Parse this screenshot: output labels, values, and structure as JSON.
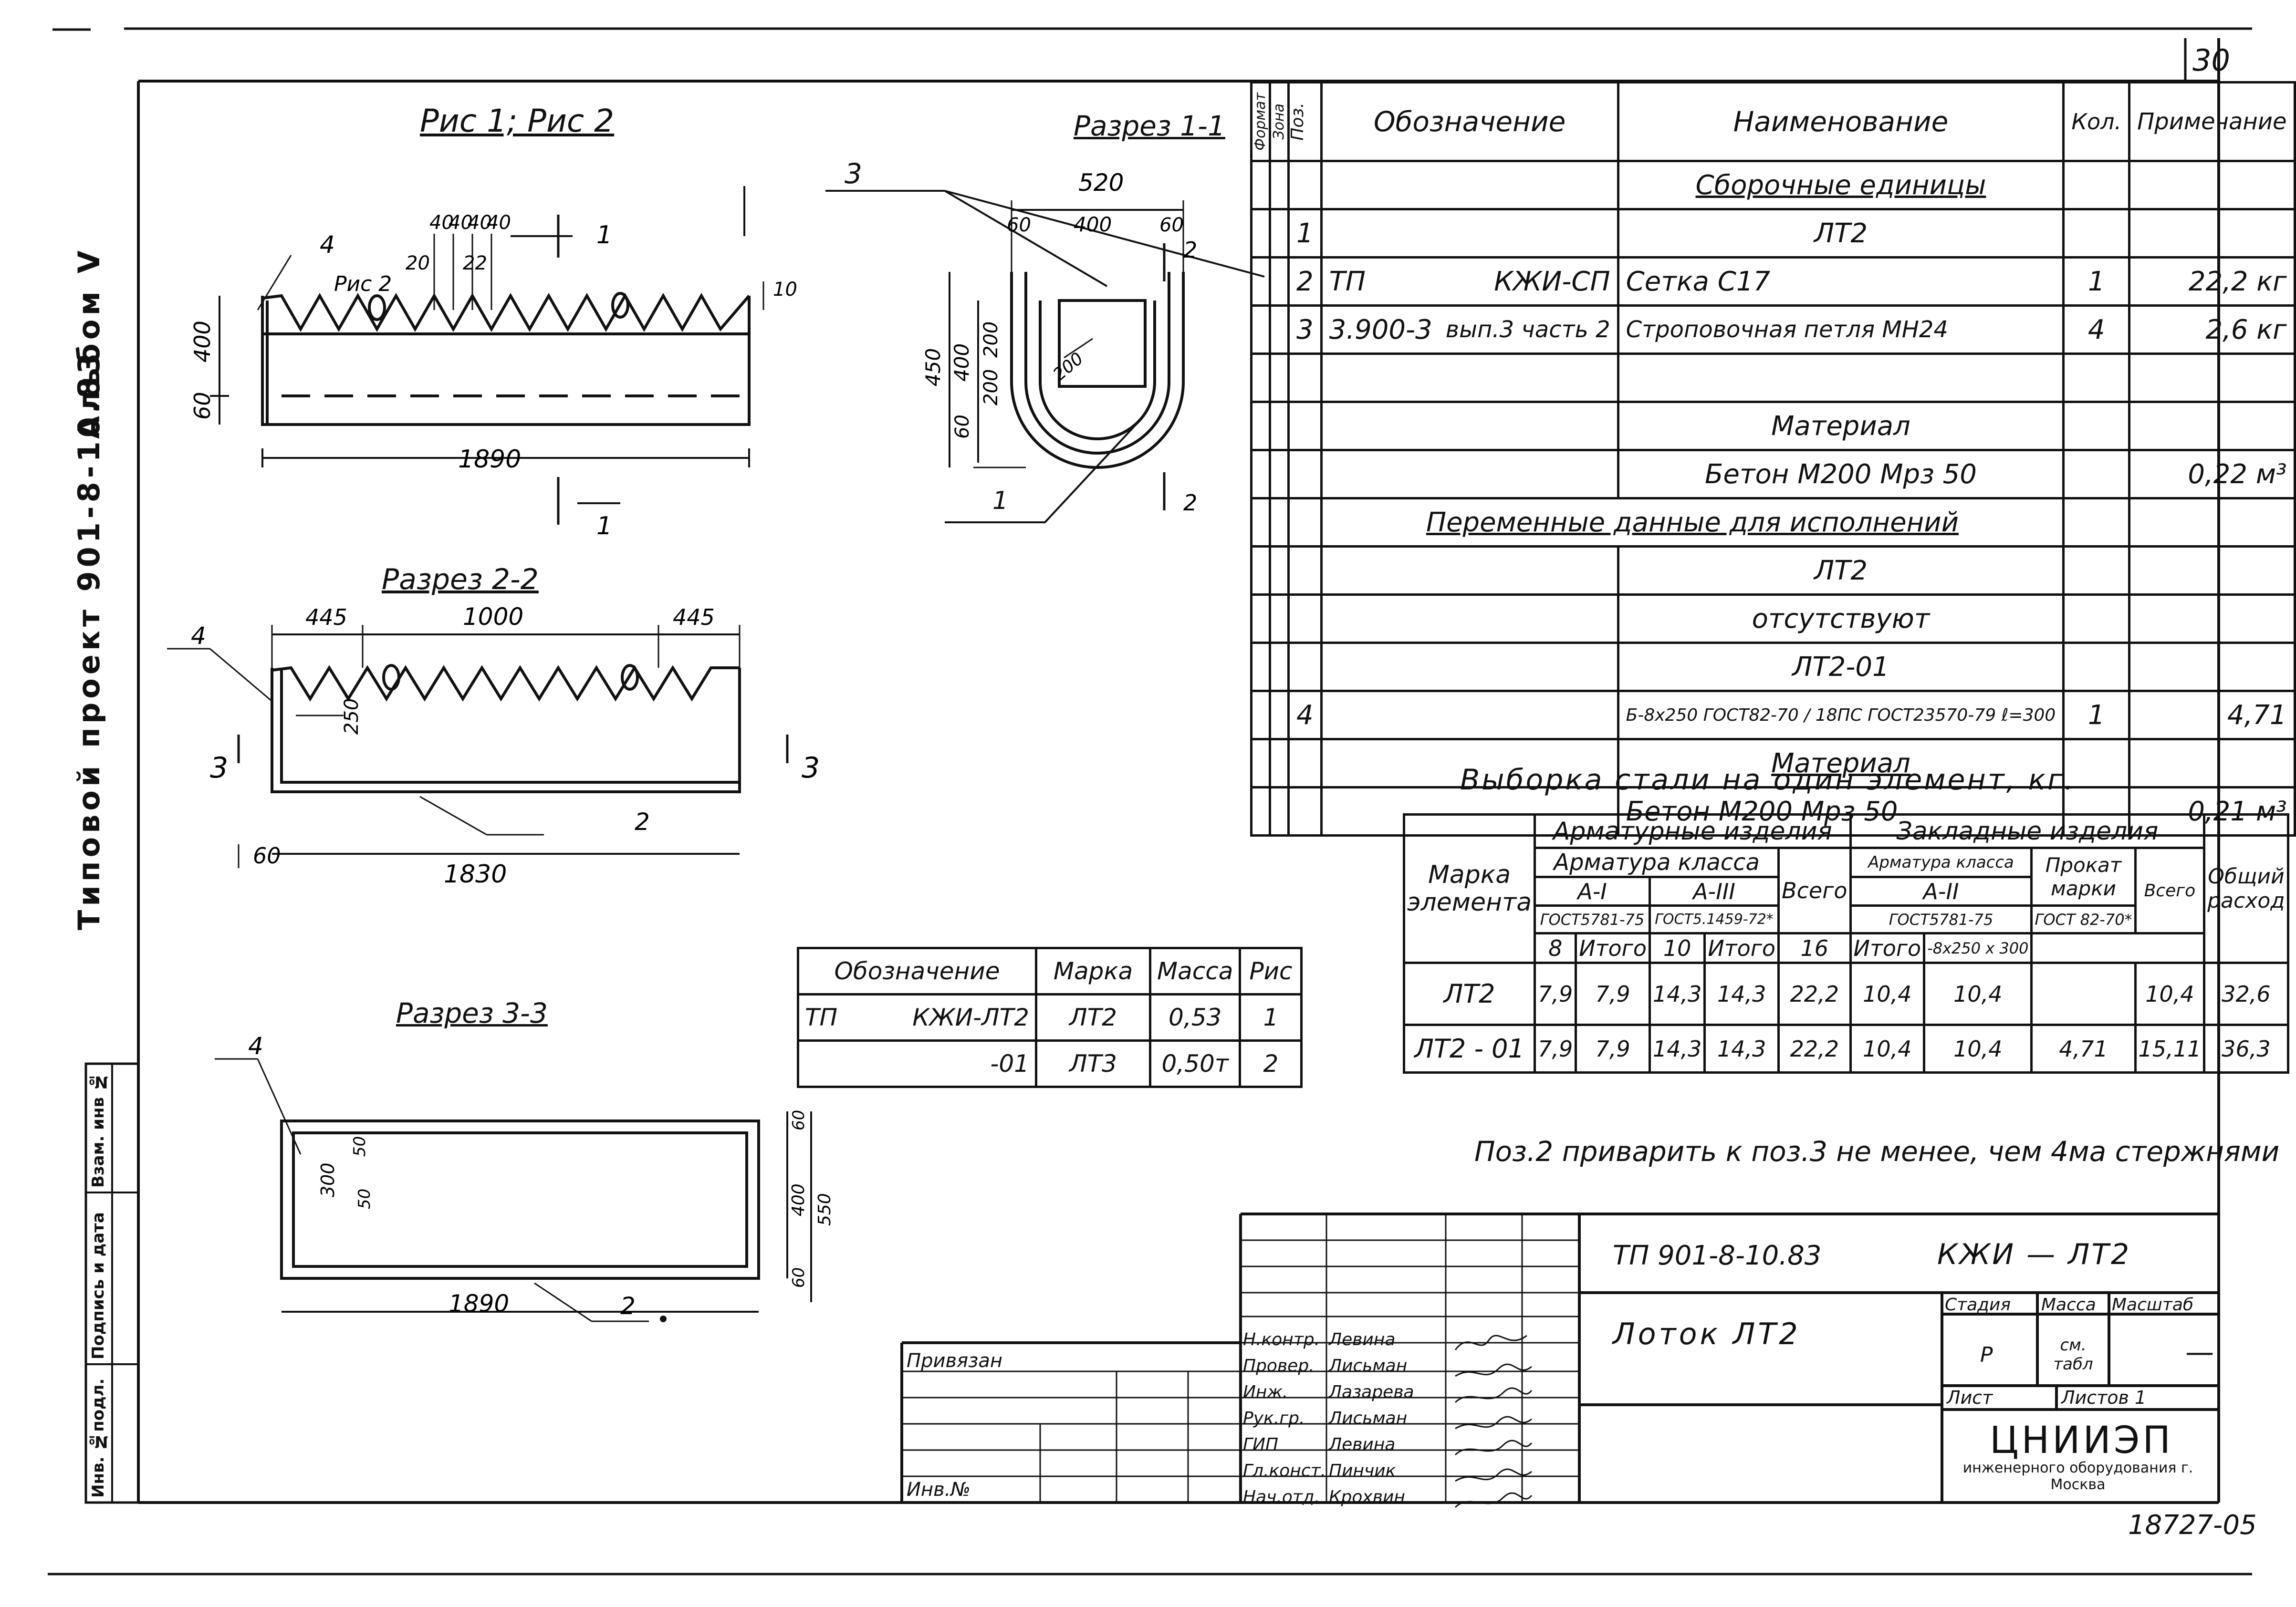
{
  "sheet": {
    "page_number": "30",
    "side_text": [
      "Типовой проект 901-8-10.83",
      "Альбом V"
    ],
    "left_strip": [
      "Инв. №подл.",
      "Подпись и дата",
      "Взам. инв №"
    ],
    "inv_number_bottom": "18727-05",
    "note": "Поз.2 приварить к поз.3 не менее, чем 4ма стержнями"
  },
  "drawings": {
    "fig12": {
      "title": "Рис 1; Рис 2",
      "labels": [
        "4",
        "Рис 2",
        "40",
        "40",
        "40",
        "40",
        "20",
        "22",
        "10",
        "400",
        "60",
        "1890",
        "1",
        "1",
        "3"
      ]
    },
    "sec11": {
      "title": "Разрез 1-1",
      "labels": [
        "520",
        "60",
        "400",
        "60",
        "2",
        "2",
        "200",
        "200",
        "200",
        "400",
        "450",
        "60",
        "200",
        "1"
      ]
    },
    "sec22": {
      "title": "Разрез 2-2",
      "labels": [
        "4",
        "445",
        "1000",
        "445",
        "250",
        "3",
        "3",
        "60",
        "1830",
        "2"
      ]
    },
    "sec33": {
      "title": "Разрез 3-3",
      "labels": [
        "4",
        "300",
        "50",
        "50",
        "400",
        "550",
        "60",
        "60",
        "1890",
        "2"
      ]
    }
  },
  "spec": {
    "headers": [
      "Формат",
      "Зона",
      "Поз.",
      "Обозначение",
      "Наименование",
      "Кол.",
      "Примечание"
    ],
    "rows": [
      {
        "pos": "",
        "des_a": "",
        "des_b": "",
        "name": "Сборочные единицы",
        "qty": "",
        "note": ""
      },
      {
        "pos": "1",
        "des_a": "",
        "des_b": "",
        "name": "ЛТ2",
        "qty": "",
        "note": ""
      },
      {
        "pos": "2",
        "des_a": "ТП",
        "des_b": "КЖИ-СП",
        "name": "Сетка С17",
        "qty": "1",
        "note": "22,2 кг"
      },
      {
        "pos": "3",
        "des_a": "3.900-3",
        "des_b": "вып.3 часть 2",
        "name": "Строповочная петля МН24",
        "qty": "4",
        "note": "2,6 кг"
      },
      {
        "pos": "",
        "des_a": "",
        "des_b": "",
        "name": "",
        "qty": "",
        "note": ""
      },
      {
        "pos": "",
        "des_a": "",
        "des_b": "",
        "name": "Материал",
        "qty": "",
        "note": ""
      },
      {
        "pos": "",
        "des_a": "",
        "des_b": "",
        "name": "Бетон М200 Мрз 50",
        "qty": "",
        "note": "0,22 м³"
      },
      {
        "pos": "",
        "des_a": "",
        "des_b": "",
        "name": "Переменные данные для исполнений",
        "qty": "",
        "note": ""
      },
      {
        "pos": "",
        "des_a": "",
        "des_b": "",
        "name": "ЛТ2",
        "qty": "",
        "note": ""
      },
      {
        "pos": "",
        "des_a": "",
        "des_b": "",
        "name": "отсутствуют",
        "qty": "",
        "note": ""
      },
      {
        "pos": "",
        "des_a": "",
        "des_b": "",
        "name": "ЛТ2-01",
        "qty": "",
        "note": ""
      },
      {
        "pos": "4",
        "des_a": "",
        "des_b": "",
        "name": "Б-8х250 ГОСТ82-70 / 18ПС ГОСТ23570-79 ℓ=300",
        "qty": "1",
        "note": "4,71"
      },
      {
        "pos": "",
        "des_a": "",
        "des_b": "",
        "name": "Материал",
        "qty": "",
        "note": ""
      },
      {
        "pos": "",
        "des_a": "",
        "des_b": "",
        "name": "Бетон М200 Мрз 50",
        "qty": "",
        "note": "0,21 м³"
      }
    ]
  },
  "steel": {
    "title": "Выборка стали на один элемент, кг.",
    "h_mark": "Марка элемента",
    "h_arm": "Арматурные изделия",
    "h_emb": "Закладные изделия",
    "h_arm_class": "Арматура класса",
    "h_a1": "А-I",
    "h_a3": "А-III",
    "h_gost1": "ГОСТ5781-75",
    "h_gost2": "ГОСТ5.1459-72*",
    "h_total": "Всего",
    "h_arm_class2": "Арматура класса",
    "h_a2": "А-II",
    "h_gost3": "ГОСТ5781-75",
    "h_prokat": "Прокат марки",
    "h_gost4": "ГОСТ 82-70*",
    "h_prokat_size": "-8х250 х 300",
    "h_total2": "Всего",
    "h_sum": "Общий расход",
    "sub": [
      "8",
      "Итого",
      "10",
      "Итого",
      "16",
      "Итого"
    ],
    "rows": [
      [
        "ЛТ2",
        "7,9",
        "7,9",
        "14,3",
        "14,3",
        "22,2",
        "10,4",
        "10,4",
        "",
        "10,4",
        "32,6"
      ],
      [
        "ЛТ2 - 01",
        "7,9",
        "7,9",
        "14,3",
        "14,3",
        "22,2",
        "10,4",
        "10,4",
        "4,71",
        "15,11",
        "36,3"
      ]
    ]
  },
  "mass_table": {
    "headers": [
      "Обозначение",
      "Марка",
      "Масса",
      "Рис"
    ],
    "rows": [
      {
        "a": "ТП",
        "b": "КЖИ-ЛТ2",
        "mark": "ЛТ2",
        "mass": "0,53",
        "fig": "1"
      },
      {
        "a": "",
        "b": "-01",
        "mark": "ЛТ3",
        "mass": "0,50т",
        "fig": "2"
      }
    ]
  },
  "stamp": {
    "code": "ТП 901-8-10.83",
    "doc": "КЖИ — ЛТ2",
    "title": "Лоток ЛТ2",
    "stage_h": "Стадия",
    "mass_h": "Масса",
    "scale_h": "Масштаб",
    "stage": "Р",
    "mass": "см. табл",
    "scale": "—",
    "sheet_h": "Лист",
    "sheets_h": "Листов 1",
    "org": "ЦНИИЭП",
    "org_sub": "инженерного оборудования г. Москва",
    "bound": "Привязан",
    "inv": "Инв.№",
    "roles": [
      {
        "role": "Н.контр.",
        "name": "Левина"
      },
      {
        "role": "Провер.",
        "name": "Лисьман"
      },
      {
        "role": "Инж.",
        "name": "Лазарева"
      },
      {
        "role": "Рук.гр.",
        "name": "Лисьман"
      },
      {
        "role": "ГИП",
        "name": "Левина"
      },
      {
        "role": "Гл.конст.",
        "name": "Пинчик"
      },
      {
        "role": "Нач.отд.",
        "name": "Крохвин"
      }
    ]
  }
}
